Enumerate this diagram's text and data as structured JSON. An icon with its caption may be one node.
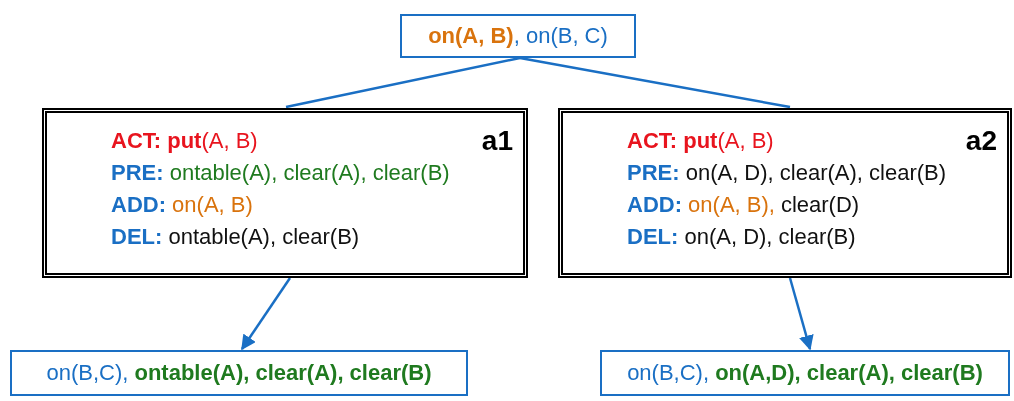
{
  "diagram": {
    "nodes": [
      {
        "text": [
          "**on(A, B)**, on(B, C)"
        ]
      },
      {
        "text": [
          "**ACT: put**(A, B)",
          "a1",
          "**PRE:** ontable(A), clear(A), clear(B)",
          "**ADD:** on(A, B)",
          "**DEL:** ontable(A), clear(B)"
        ]
      },
      {
        "text": [
          "**ACT: put**(A, B)",
          "a2",
          "**PRE:** on(A, D), clear(A), clear(B)",
          "**ADD:** on(A, B),",
          "clear(D)",
          "**DEL:** on(A, D), clear(B)"
        ]
      },
      {
        "text": [
          "on(B,C), **ontable(A), clear(A), clear(B)**"
        ]
      },
      {
        "text": [
          "on(B,C), **on(A,D), clear(A), clear(B)**"
        ]
      }
    ],
    "edges": [
      {
        "from": 0,
        "to": 1,
        "arrow": "none"
      },
      {
        "from": 0,
        "to": 2,
        "arrow": "none"
      },
      {
        "from": 1,
        "to": 3,
        "arrow": "to"
      },
      {
        "from": 2,
        "to": 4,
        "arrow": "to"
      }
    ]
  }
}
